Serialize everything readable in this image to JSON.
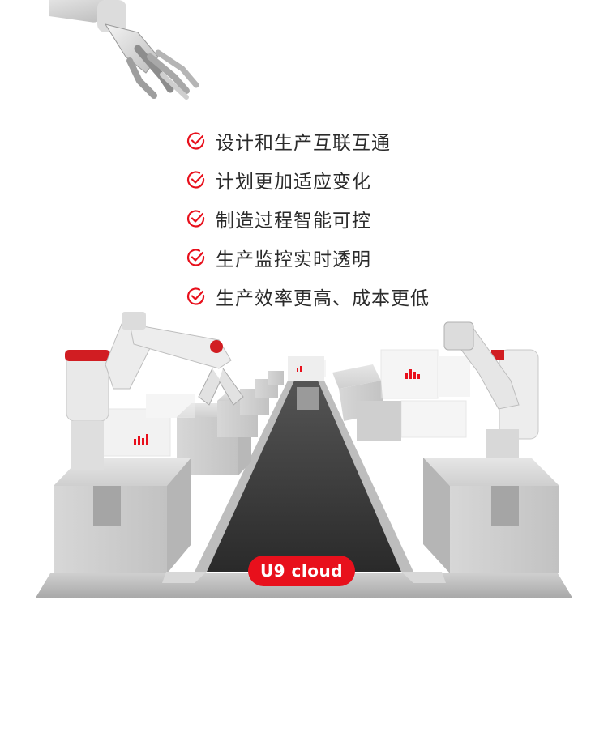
{
  "accent_color": "#e8101c",
  "features": [
    {
      "label": "设计和生产互联互通",
      "icon": "check-circle-icon"
    },
    {
      "label": "计划更加适应变化",
      "icon": "check-circle-icon"
    },
    {
      "label": "制造过程智能可控",
      "icon": "check-circle-icon"
    },
    {
      "label": "生产监控实时透明",
      "icon": "check-circle-icon"
    },
    {
      "label": "生产效率更高、成本更低",
      "icon": "check-circle-icon"
    }
  ],
  "badge": {
    "label": "U9 cloud"
  }
}
